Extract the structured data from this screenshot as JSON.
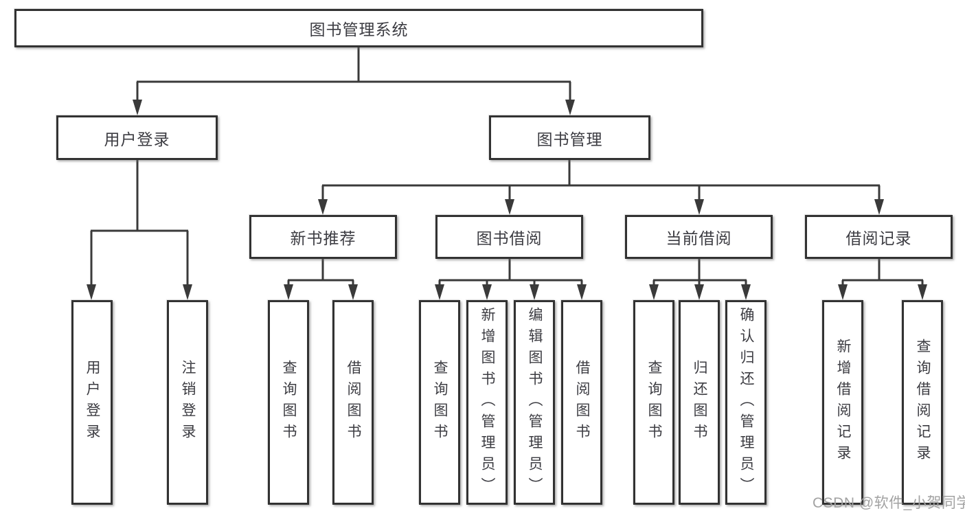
{
  "diagram": {
    "title": "图书管理系统",
    "line_color": "#3a3a3a",
    "text_color": "#3c3c42",
    "branches": {
      "login": {
        "label": "用户登录",
        "children": [
          "用户登录",
          "注销登录"
        ]
      },
      "mgmt": {
        "label": "图书管理",
        "children": [
          {
            "label": "新书推荐",
            "children": [
              "查询图书",
              "借阅图书"
            ]
          },
          {
            "label": "图书借阅",
            "children": [
              "查询图书",
              "新增图书（管理员）",
              "编辑图书（管理员）",
              "借阅图书"
            ]
          },
          {
            "label": "当前借阅",
            "children": [
              "查询图书",
              "归还图书",
              "确认归还（管理员）"
            ]
          },
          {
            "label": "借阅记录",
            "children": [
              "新增借阅记录",
              "查询借阅记录"
            ]
          }
        ]
      }
    }
  },
  "watermark": {
    "text": "CSDN @软件_小贺同学",
    "color": "#a2a2a2"
  }
}
